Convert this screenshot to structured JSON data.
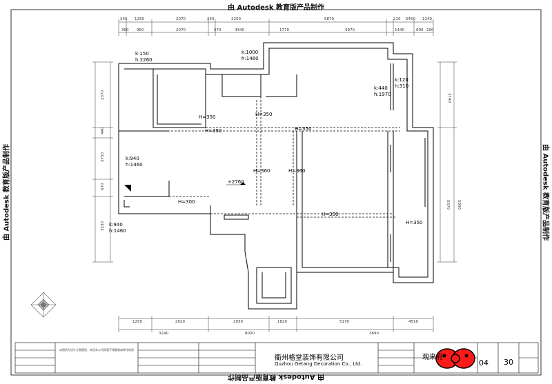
{
  "watermark": "由 Autodesk 教育版产品制作",
  "company": {
    "name_cn": "衢州格堂装饰有限公司",
    "name_en": "Quzhou Getang Decoration Co., Ltd."
  },
  "project_name": "观来府",
  "sheet_no": "04",
  "page_count": "30",
  "elevation": "+2760",
  "ceiling_heights": [
    "H=350",
    "H=350",
    "H=350",
    "H=350",
    "H=360",
    "H=360",
    "H=300",
    "H=350",
    "H=350"
  ],
  "window_labels": [
    {
      "w": "k:150",
      "h": "h:2260"
    },
    {
      "w": "k:1000",
      "h": "h:1460"
    },
    {
      "w": "k:120",
      "h": "h:310"
    },
    {
      "w": "k:440",
      "h": "h:1970"
    },
    {
      "w": "k:940",
      "h": "h:1460"
    },
    {
      "w": "k:940",
      "h": "h:1460"
    }
  ],
  "dims": {
    "top_outer": [
      "240",
      "1250",
      "2070",
      "240",
      "2250",
      "5870",
      "210",
      "5450",
      "1240"
    ],
    "top_inner": [
      "300",
      "950",
      "2070",
      "570",
      "4340",
      "1770",
      "3970",
      "1440",
      "600",
      "200"
    ],
    "bottom_inner": [
      "1250",
      "2020",
      "2930",
      "1820",
      "5170",
      "4510"
    ],
    "bottom_outer": [
      "3240",
      "8000",
      "3690"
    ],
    "left": [
      "2370",
      "440",
      "2750",
      "670",
      "3230"
    ],
    "right": [
      "3740",
      "5670",
      "5900"
    ]
  },
  "title_block_note": "本图纸为设计方案图纸，未经本公司同意不得复制或转作他用"
}
